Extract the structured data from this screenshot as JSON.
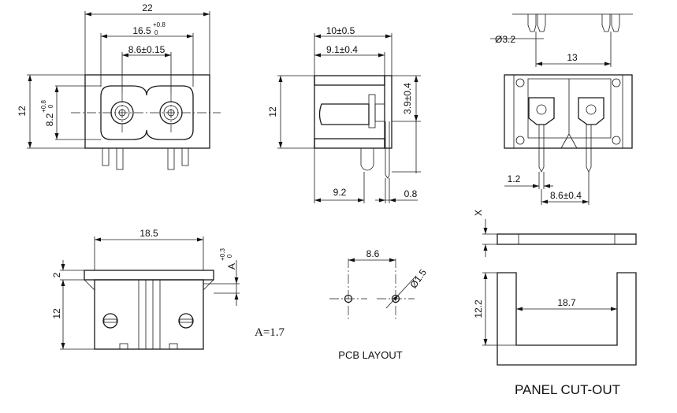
{
  "front_view": {
    "width_total": "22",
    "width_mid": "16.5",
    "width_mid_tol_upper": "+0.8",
    "width_mid_tol_lower": "0",
    "pin_pitch": "8.6±0.15",
    "height_total": "12",
    "height_inner": "8.2",
    "height_inner_tol_upper": "+0.8",
    "height_inner_tol_lower": "0"
  },
  "side_view": {
    "depth_outer": "10±0.5",
    "depth_inner": "9.1±0.4",
    "height": "12",
    "pin_offset": "3.9±0.4",
    "pin_length": "9.2",
    "pin_thickness": "0.8"
  },
  "rear_view": {
    "hole_dia": "Ø3.2",
    "hole_pitch": "13",
    "pin_width": "1.2",
    "pin_pitch": "8.6±0.4"
  },
  "bottom_view": {
    "width": "18.5",
    "flange": "2",
    "tol_a_upper": "+0.3",
    "tol_a_label": "A",
    "tol_a_lower": "0",
    "height": "12",
    "a_value": "A=1.7"
  },
  "pcb_layout": {
    "pitch": "8.6",
    "hole_dia": "Ø1.5",
    "caption": "PCB LAYOUT"
  },
  "panel_cutout": {
    "thickness_label": "X",
    "height": "12.2",
    "width": "18.7",
    "caption": "PANEL CUT-OUT"
  }
}
